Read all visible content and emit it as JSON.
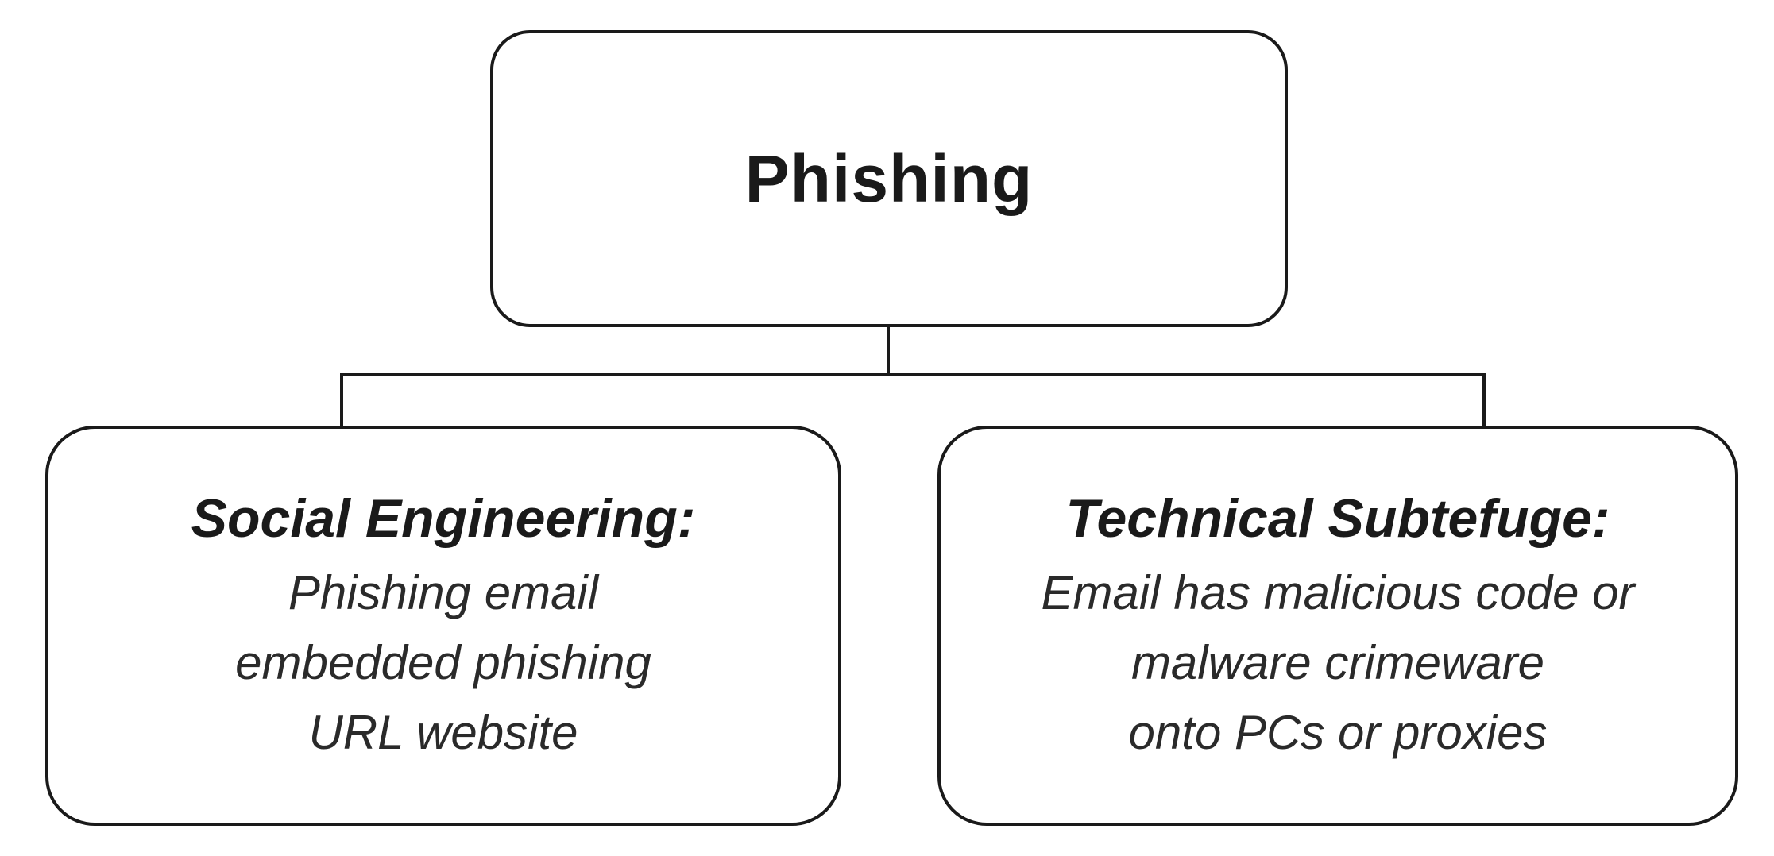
{
  "root": {
    "title": "Phishing"
  },
  "children": [
    {
      "heading": "Social Engineering:",
      "lines": [
        "Phishing email",
        "embedded phishing",
        "URL website"
      ]
    },
    {
      "heading": "Technical Subtefuge:",
      "lines": [
        "Email has malicious code or",
        "malware crimeware",
        "onto PCs or proxies"
      ]
    }
  ],
  "colors": {
    "stroke": "#1a1a1a",
    "background": "#ffffff"
  }
}
